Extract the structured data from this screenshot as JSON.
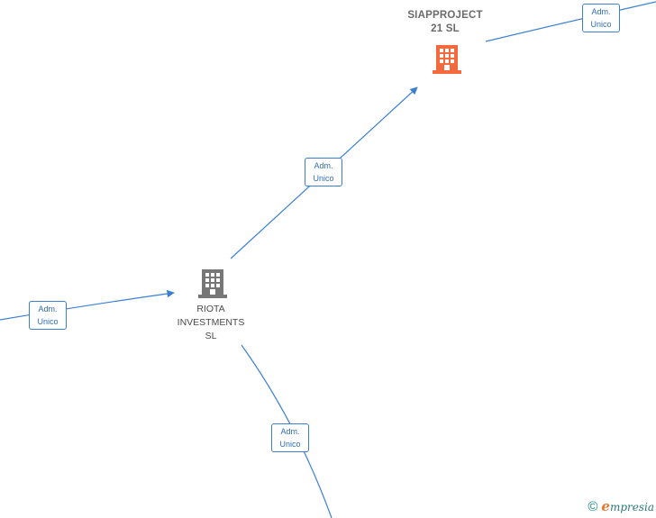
{
  "colors": {
    "edge": "#3c7fd2",
    "focus_building": "#f26a3d",
    "related_building": "#777777"
  },
  "nodes": {
    "focus": {
      "label": "SIAPPROJECT\n21  SL",
      "icon": "building-icon"
    },
    "related": {
      "label": "RIOTA\nINVESTMENTS\nSL",
      "icon": "building-icon"
    }
  },
  "edges": [
    {
      "role_line1": "Adm.",
      "role_line2": "Unico"
    },
    {
      "role_line1": "Adm.",
      "role_line2": "Unico"
    },
    {
      "role_line1": "Adm.",
      "role_line2": "Unico"
    },
    {
      "role_line1": "Adm.",
      "role_line2": "Unico"
    }
  ],
  "footer": {
    "copyright_symbol": "©",
    "brand_initial": "e",
    "brand_rest": "mpresia"
  }
}
